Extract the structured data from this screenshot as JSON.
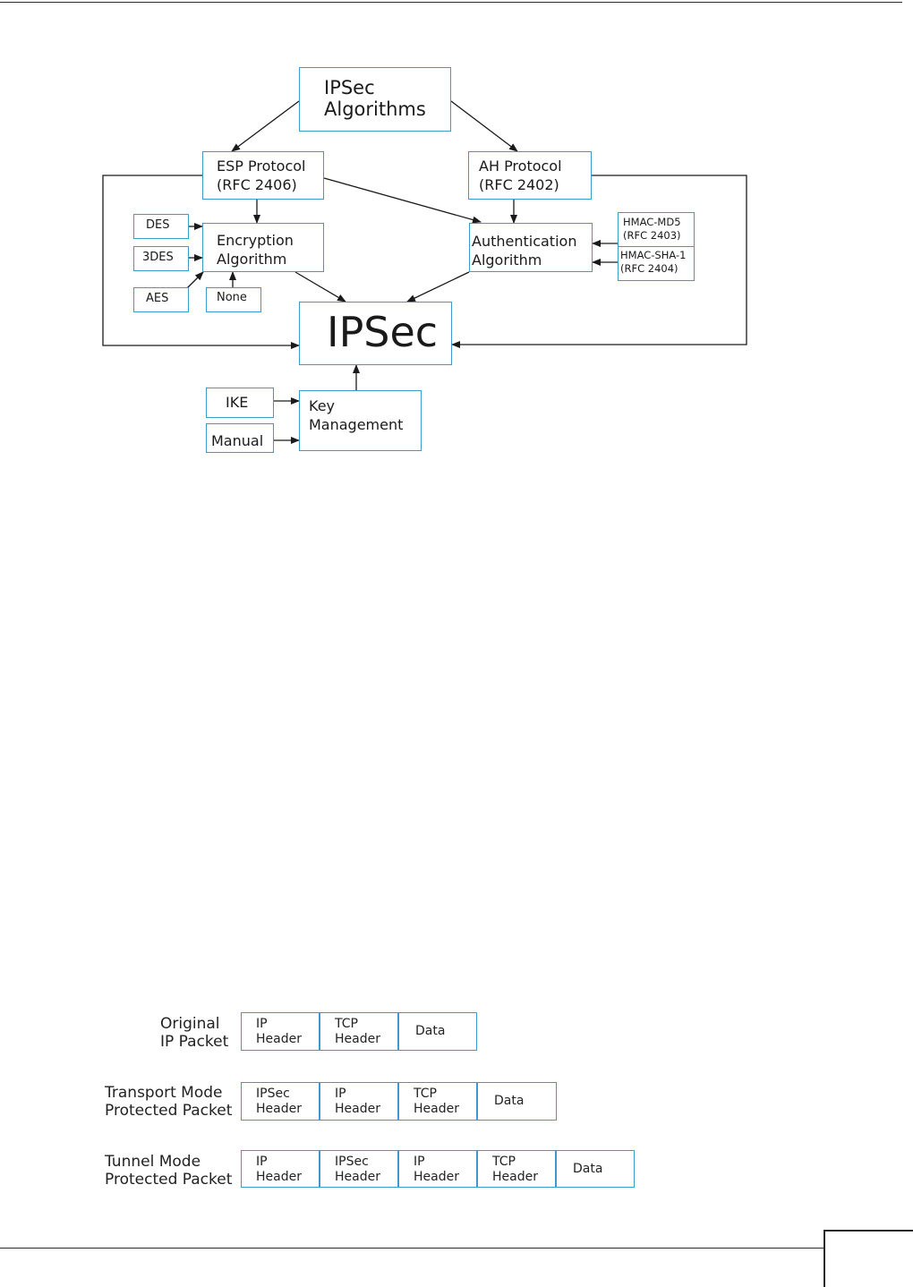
{
  "diagram": {
    "nodes": [
      {
        "id": "ipsec-algorithms",
        "label": "IPSec\nAlgorithms"
      },
      {
        "id": "esp-protocol",
        "label": "ESP Protocol\n(RFC 2406)"
      },
      {
        "id": "ah-protocol",
        "label": "AH Protocol\n(RFC 2402)"
      },
      {
        "id": "des",
        "label": "DES"
      },
      {
        "id": "3des",
        "label": "3DES"
      },
      {
        "id": "aes",
        "label": "AES"
      },
      {
        "id": "none",
        "label": "None"
      },
      {
        "id": "encryption-algorithm",
        "label": "Encryption\nAlgorithm"
      },
      {
        "id": "authentication-algorithm",
        "label": "Authentication\nAlgorithm"
      },
      {
        "id": "hmac-md5",
        "label": "HMAC-MD5\n(RFC 2403)"
      },
      {
        "id": "hmac-sha1",
        "label": "HMAC-SHA-1\n(RFC 2404)"
      },
      {
        "id": "ipsec",
        "label": "IPSec"
      },
      {
        "id": "ike",
        "label": "IKE"
      },
      {
        "id": "manual",
        "label": "Manual"
      },
      {
        "id": "key-management",
        "label": "Key\nManagement"
      }
    ],
    "edges": [
      [
        "ipsec-algorithms",
        "esp-protocol"
      ],
      [
        "ipsec-algorithms",
        "ah-protocol"
      ],
      [
        "esp-protocol",
        "encryption-algorithm"
      ],
      [
        "esp-protocol",
        "authentication-algorithm"
      ],
      [
        "ah-protocol",
        "authentication-algorithm"
      ],
      [
        "des",
        "encryption-algorithm"
      ],
      [
        "3des",
        "encryption-algorithm"
      ],
      [
        "aes",
        "encryption-algorithm"
      ],
      [
        "none",
        "encryption-algorithm"
      ],
      [
        "hmac-md5",
        "authentication-algorithm"
      ],
      [
        "hmac-sha1",
        "authentication-algorithm"
      ],
      [
        "encryption-algorithm",
        "ipsec"
      ],
      [
        "authentication-algorithm",
        "ipsec"
      ],
      [
        "esp-protocol",
        "ipsec"
      ],
      [
        "ah-protocol",
        "ipsec"
      ],
      [
        "ike",
        "key-management"
      ],
      [
        "manual",
        "key-management"
      ],
      [
        "key-management",
        "ipsec"
      ]
    ]
  },
  "packets": [
    {
      "label": "Original\nIP Packet",
      "cells": [
        "IP\nHeader",
        "TCP\nHeader",
        "Data"
      ]
    },
    {
      "label": "Transport Mode\nProtected Packet",
      "cells": [
        "IPSec\nHeader",
        "IP\nHeader",
        "TCP\nHeader",
        "Data"
      ]
    },
    {
      "label": "Tunnel Mode\nProtected Packet",
      "cells": [
        "IP\nHeader",
        "IPSec\nHeader",
        "IP\nHeader",
        "TCP\nHeader",
        "Data"
      ]
    }
  ],
  "colors": {
    "box_border": "#3d9ad1",
    "line": "#1a1a1a"
  }
}
